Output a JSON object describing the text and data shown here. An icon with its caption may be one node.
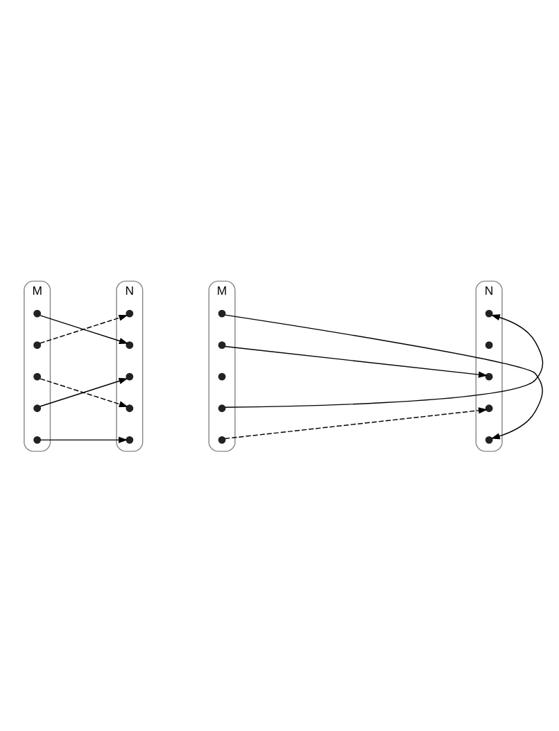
{
  "diagram": {
    "nodes": [
      {
        "text": [
          "M"
        ]
      },
      {
        "text": [],
        "shape": "circle",
        "in": 0
      },
      {
        "text": [],
        "shape": "circle",
        "in": 0
      },
      {
        "text": [],
        "shape": "circle",
        "in": 0
      },
      {
        "text": [],
        "shape": "circle",
        "in": 0
      },
      {
        "text": [],
        "shape": "circle",
        "in": 0
      },
      {
        "text": [
          "N"
        ]
      },
      {
        "text": [],
        "shape": "circle",
        "in": 6
      },
      {
        "text": [],
        "shape": "circle",
        "in": 6
      },
      {
        "text": [],
        "shape": "circle",
        "in": 6
      },
      {
        "text": [],
        "shape": "circle",
        "in": 6
      },
      {
        "text": [],
        "shape": "circle",
        "in": 6
      },
      {
        "text": [
          "M"
        ]
      },
      {
        "text": [],
        "shape": "circle",
        "in": 12
      },
      {
        "text": [],
        "shape": "circle",
        "in": 12
      },
      {
        "text": [],
        "shape": "circle",
        "in": 12
      },
      {
        "text": [],
        "shape": "circle",
        "in": 12
      },
      {
        "text": [],
        "shape": "circle",
        "in": 12
      },
      {
        "text": [
          "N"
        ]
      },
      {
        "text": [],
        "shape": "circle",
        "in": 18
      },
      {
        "text": [],
        "shape": "circle",
        "in": 18
      },
      {
        "text": [],
        "shape": "circle",
        "in": 18
      },
      {
        "text": [],
        "shape": "circle",
        "in": 18
      },
      {
        "text": [],
        "shape": "circle",
        "in": 18
      }
    ],
    "edges": [
      {
        "from": 1,
        "to": 8,
        "arrow": "to"
      },
      {
        "from": 2,
        "to": 7,
        "arrow": "to",
        "style": "dashed"
      },
      {
        "from": 3,
        "to": 10,
        "arrow": "to",
        "style": "dashed"
      },
      {
        "from": 4,
        "to": 9,
        "arrow": "to"
      },
      {
        "from": 5,
        "to": 11,
        "arrow": "to"
      },
      {
        "from": 13,
        "to": 23,
        "arrow": "to"
      },
      {
        "from": 14,
        "to": 21,
        "arrow": "to"
      },
      {
        "from": 16,
        "to": 19,
        "arrow": "to"
      },
      {
        "from": 17,
        "to": 22,
        "arrow": "to",
        "style": "dashed"
      }
    ]
  }
}
